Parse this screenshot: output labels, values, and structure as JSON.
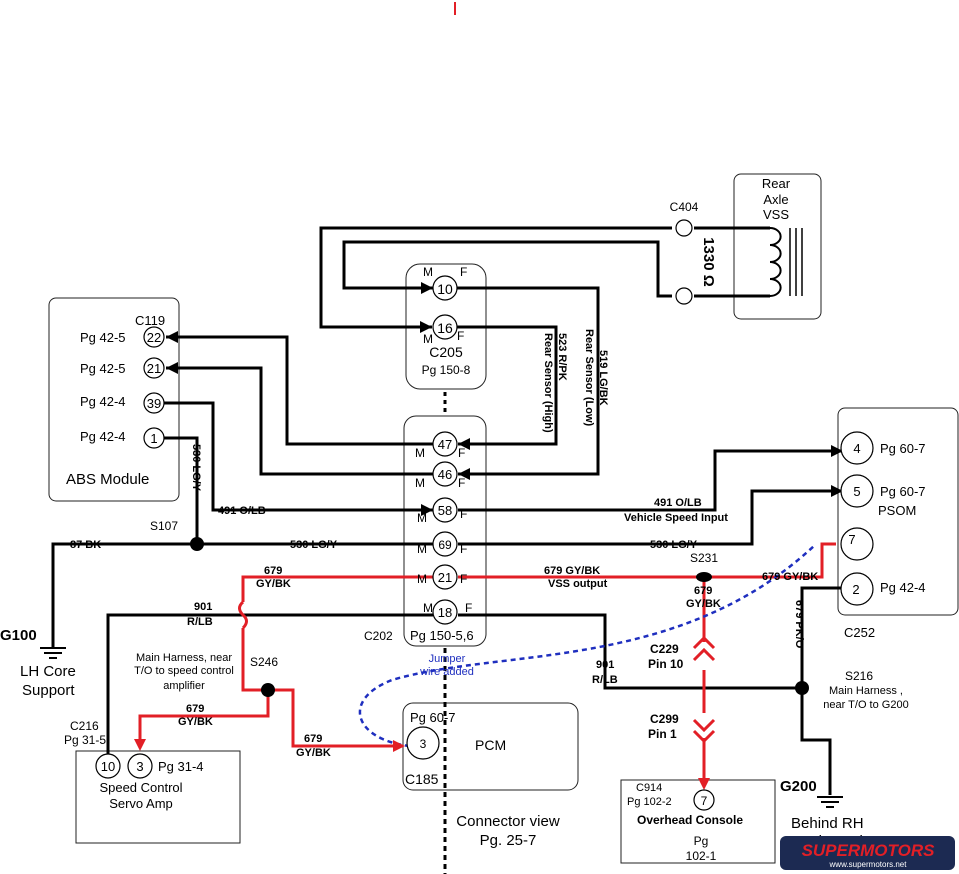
{
  "colors": {
    "wire": "#000000",
    "signal": "#e21f26",
    "jumper": "#1f2fbf",
    "logo_bg": "#1c2a52",
    "logo_red": "#e21f26"
  },
  "abs": {
    "name": "ABS Module",
    "connector": "C119",
    "pins": [
      {
        "num": "22",
        "ref": "Pg 42-5"
      },
      {
        "num": "21",
        "ref": "Pg 42-5"
      },
      {
        "num": "39",
        "ref": "Pg 42-4"
      },
      {
        "num": "1",
        "ref": "Pg 42-4"
      }
    ]
  },
  "vss": {
    "line1": "Rear",
    "line2": "Axle",
    "line3": "VSS",
    "resistance": "1330 Ω",
    "connector": "C404"
  },
  "c205": {
    "name": "C205",
    "page": "Pg 150-8",
    "pins": [
      "10",
      "16"
    ],
    "m": "M",
    "f": "F"
  },
  "c202": {
    "name": "C202",
    "page": "Pg  150-5,6",
    "pins": [
      "47",
      "46",
      "58",
      "69",
      "21",
      "18"
    ],
    "m": "M",
    "f": "F"
  },
  "psom": {
    "name": "PSOM",
    "connector": "C252",
    "pins": [
      {
        "num": "4",
        "ref": "Pg 60-7"
      },
      {
        "num": "5",
        "ref": "Pg 60-7"
      },
      {
        "num": "7",
        "ref": ""
      },
      {
        "num": "2",
        "ref": "Pg 42-4"
      }
    ]
  },
  "pcm": {
    "name": "PCM",
    "page": "Pg 60-7",
    "pin": "3",
    "connector": "C185"
  },
  "servo": {
    "connector": "C216",
    "page": "Pg 31-5",
    "pin_a": "10",
    "pin_b": "3",
    "ref": "Pg 31-4",
    "line1": "Speed Control",
    "line2": "Servo Amp"
  },
  "overhead": {
    "connector": "C914",
    "page": "Pg 102-2",
    "pin": "7",
    "name": "Overhead Console",
    "ref1": "Pg",
    "ref2": "102-1"
  },
  "g100": {
    "name": "G100",
    "line1": "LH Core",
    "line2": "Support"
  },
  "g200": {
    "name": "G200",
    "line1": "Behind RH",
    "line2": "cowl panel"
  },
  "splices": {
    "s107": "S107",
    "s231": "S231",
    "s246": "S246",
    "s216": "S216",
    "s246_1": "Main Harness, near",
    "s246_2": "T/O to speed control",
    "s246_3": "amplifier",
    "s216_1": "Main Harness ,",
    "s216_2": "near T/O to G200"
  },
  "inline": {
    "c229": "C229",
    "c229_pin": "Pin 10",
    "c299": "C299",
    "c299_pin": "Pin 1"
  },
  "wires": {
    "w523_1": "523  R/PK",
    "w523_2": "Rear Sensor (High)",
    "w519_1": "519  LG/BK",
    "w519_2": "Rear Sensor (Low)",
    "w530_v": "530 LG/Y",
    "w491": "491  O/LB",
    "w491_r1": "491 O/LB",
    "w491_r2": "Vehicle Speed Input",
    "w87": "87 BK",
    "w530_m": "530 LG/Y",
    "w530_r": "530 LG/Y",
    "w679_l1": "679",
    "w679_l2": "GY/BK",
    "w679_m1": "679  GY/BK",
    "w679_m2": "VSS output",
    "w679_rt": "679  GY/BK",
    "w679_d1": "679",
    "w679_d2": "GY/BK",
    "w679_s1": "679",
    "w679_s2": "GY/BK",
    "w679_p1": "679",
    "w679_p2": "GY/BK",
    "w679_v": "679 PK/O",
    "w901_1": "901",
    "w901_2": "R/LB",
    "w901_r1": "901",
    "w901_r2": "R/LB"
  },
  "jumper": {
    "line1": "Jumper",
    "line2": "wire added"
  },
  "connector_view": {
    "line1": "Connector view",
    "line2": "Pg. 25-7"
  },
  "logo": {
    "text": "SUPERMOTORS",
    "url": "www.supermotors.net"
  }
}
